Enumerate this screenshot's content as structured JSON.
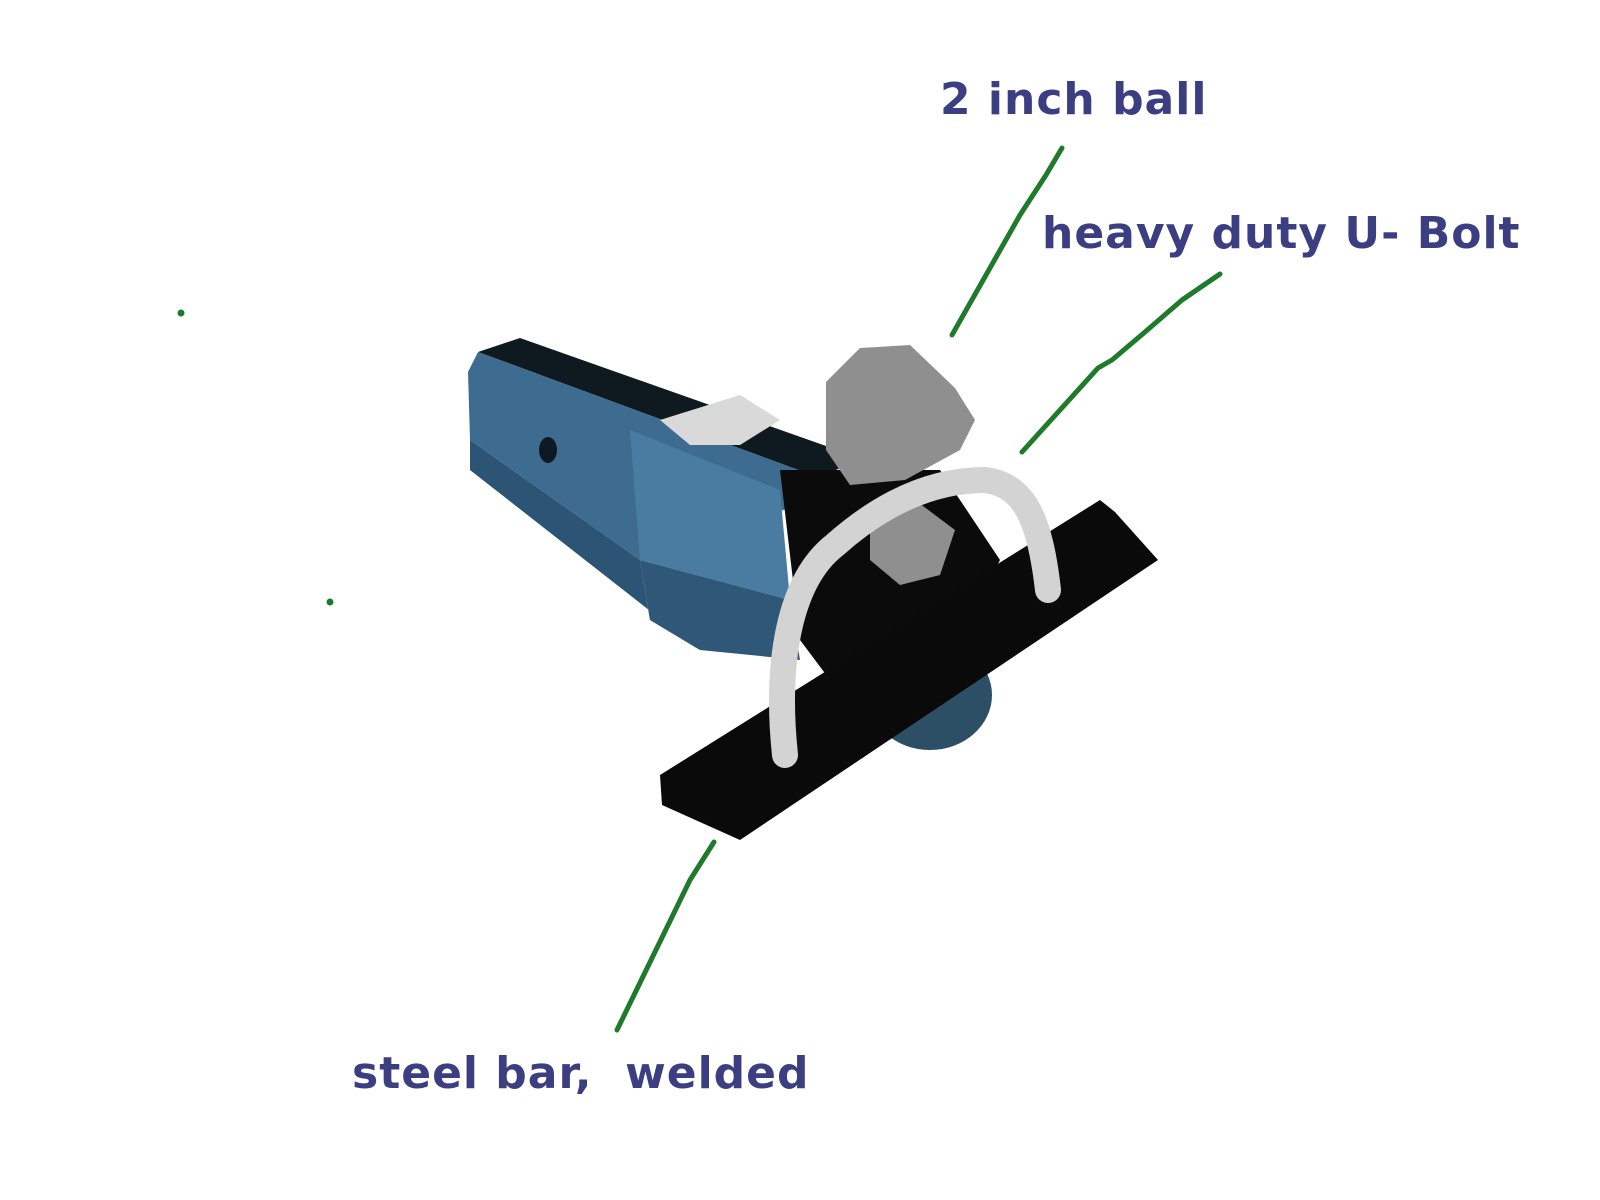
{
  "labels": {
    "ball": "2 inch ball",
    "u_bolt": "heavy duty U- Bolt",
    "steel_bar": "steel bar,  welded"
  },
  "colors": {
    "label_text": "#3b3f82",
    "leader_line": "#1f7a2c",
    "receiver_tube": "#3e6c91",
    "ball": "#8f8f8f",
    "u_bolt": "#d3d3d3",
    "steel_bar": "#0a0a0a"
  }
}
